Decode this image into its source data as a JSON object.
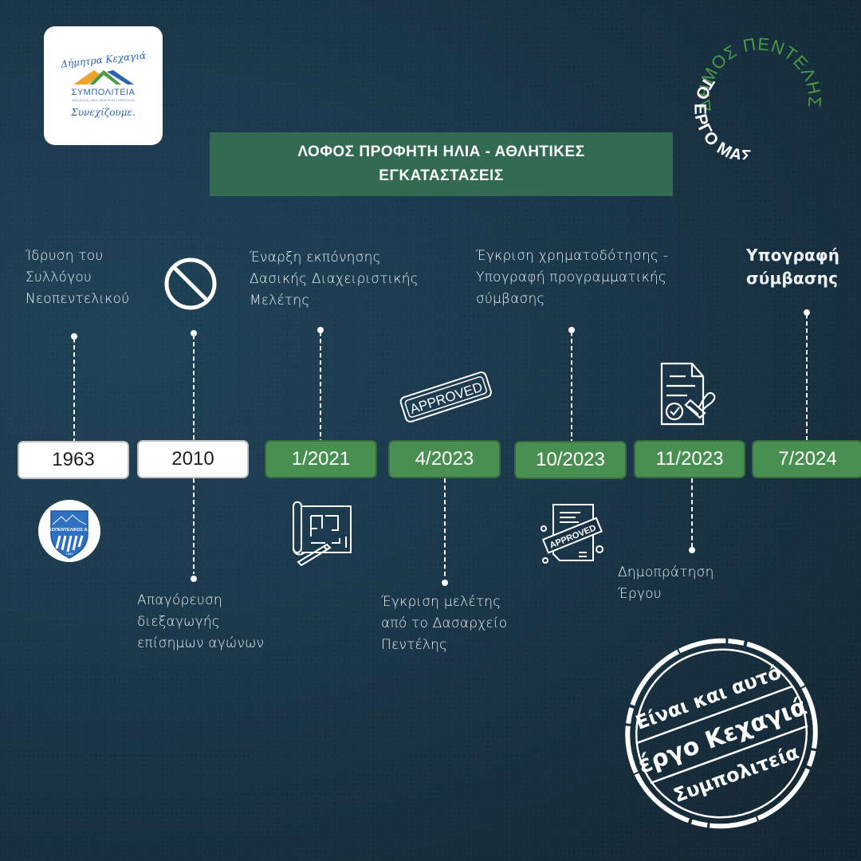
{
  "logo": {
    "script_name": "Δήμητρα Κεχαγιά",
    "party": "ΣΥΜΠΟΛΙΤΕΙΑ",
    "party_sub": "ΜΕΛΙΣΣΙΑ | ΝΕΑ ΠΕΝΤΕΛΗ | ΠΕΝΤΕΛΗ",
    "slogan": "Συνεχίζουμε.",
    "colors": {
      "orange": "#f0a32a",
      "green": "#4a9a48",
      "blue": "#2b63b0"
    }
  },
  "badge": {
    "top_text": "ΔΗΜΟΣ ΠΕΝΤΕΛΗΣ",
    "bottom_text": "ΤΟ ΕΡΓΟ ΜΑΣ",
    "top_color": "#4a9a48",
    "bottom_color": "#ffffff"
  },
  "title": {
    "line1": "ΛΟΦΟΣ ΠΡΟΦΗΤΗ ΗΛΙΑ - ΑΘΛΗΤΙΚΕΣ",
    "line2": "ΕΓΚΑΤΑΣΤΑΣΕΙΣ"
  },
  "timeline": [
    {
      "date": "1963",
      "style": "white",
      "position": "above",
      "lines": [
        "Ίδρυση του",
        "Συλλόγου",
        "Νεοπεντελικού"
      ],
      "icon": "club-crest-icon"
    },
    {
      "date": "2010",
      "style": "white",
      "position": "below",
      "lines": [
        "Απαγόρευση",
        "διεξαγωγής",
        "επίσημων αγώνων"
      ],
      "icon": "prohibited-icon"
    },
    {
      "date": "1/2021",
      "style": "green",
      "position": "above",
      "lines": [
        "Έναρξη εκπόνησης",
        "Δασικής Διαχειριστικής",
        "Μελέτης"
      ],
      "icon": "blueprint-icon"
    },
    {
      "date": "4/2023",
      "style": "green",
      "position": "below",
      "lines": [
        "Έγκριση μελέτης",
        "από το Δασαρχείο",
        "Πεντέλης"
      ],
      "icon": "approved-stamp-icon"
    },
    {
      "date": "10/2023",
      "style": "green",
      "position": "above",
      "lines": [
        "Έγκριση χρηματοδότησης -",
        "Υπογραφή προγραμματικής",
        "σύμβασης"
      ],
      "icon": "approved-document-icon"
    },
    {
      "date": "11/2023",
      "style": "green",
      "position": "below",
      "lines": [
        "Δημοπράτηση",
        "Έργου"
      ],
      "icon": "document-stamp-icon"
    },
    {
      "date": "7/2024",
      "style": "green",
      "position": "above",
      "lines": [
        "Υπογραφή",
        "σύμβασης"
      ],
      "bold": true
    }
  ],
  "crest": {
    "name": "ΝΕΟΠΕΝΤΕΛΙΚΟΣ Α.Ο.",
    "year": "1963",
    "color": "#2d6fc0"
  },
  "stamp_words": {
    "approved": "APPROVED"
  },
  "seal": {
    "line1": "Είναι και αυτό",
    "line2": "έργο Κεχαγιά",
    "line3": "Συμπολιτεία"
  },
  "colors": {
    "background": "#1c3a4e",
    "banner": "#326b52",
    "date_green": "#4a8f52",
    "date_white": "#ffffff"
  }
}
